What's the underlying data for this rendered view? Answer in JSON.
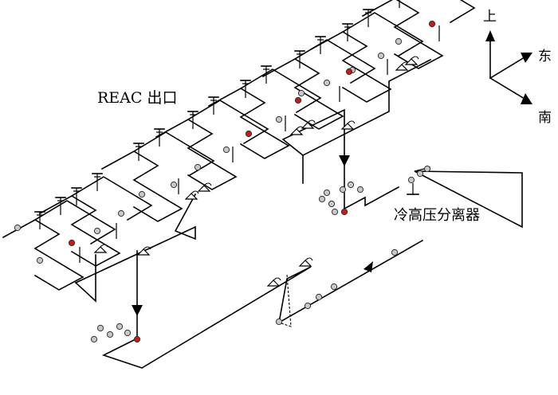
{
  "labels": {
    "reac_outlet": "REAC 出口",
    "separator": "冷高压分离器"
  },
  "compass": {
    "up": "上",
    "east": "东",
    "south": "南"
  },
  "colors": {
    "line": "#000000",
    "node_gray": "#c8c8c8",
    "node_red": "#c81818"
  }
}
